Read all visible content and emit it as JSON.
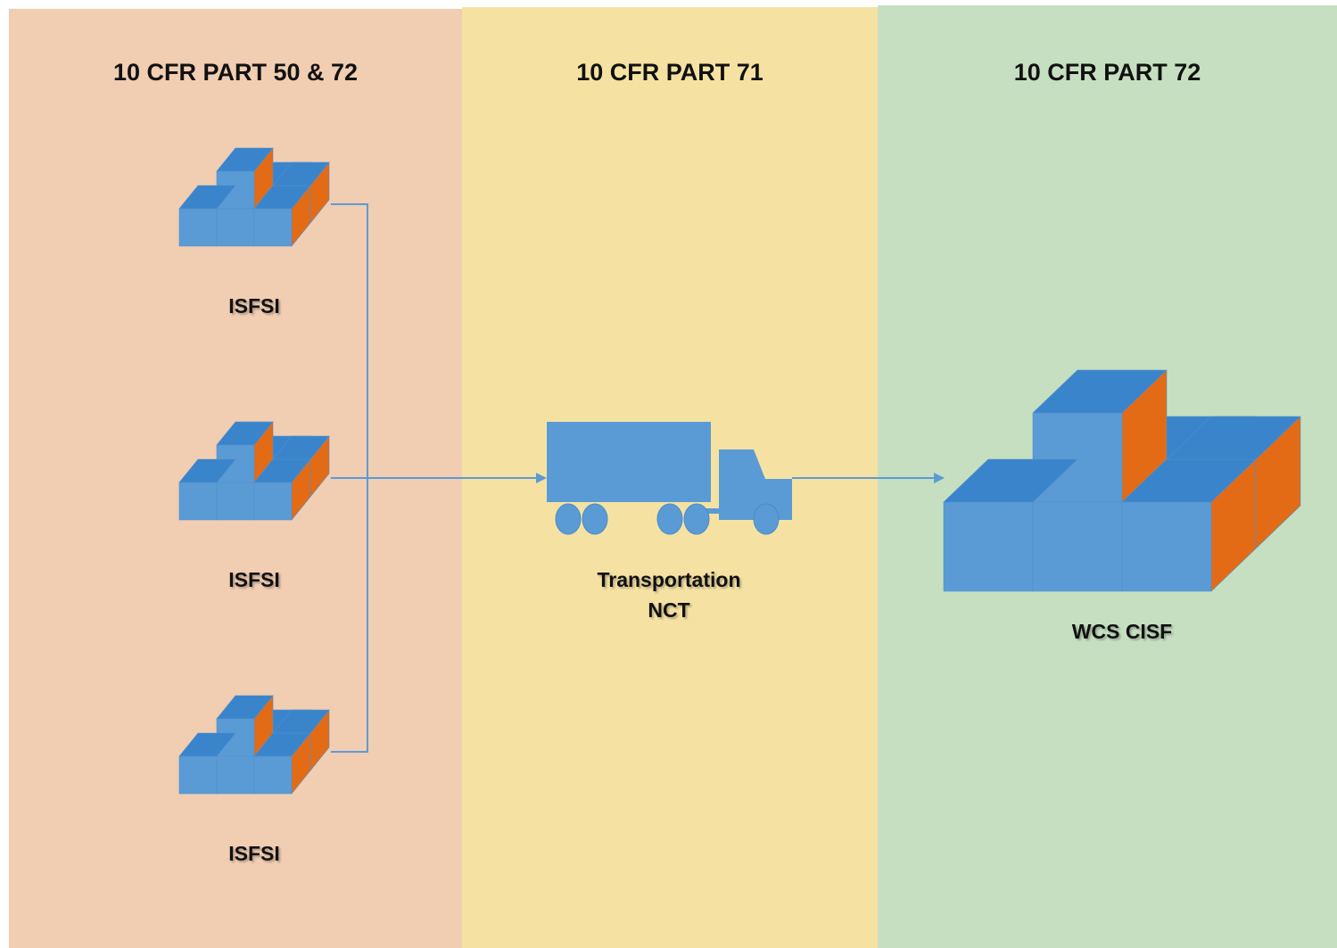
{
  "columns": [
    {
      "heading": "10 CFR PART 50 & 72",
      "color": "#f1cdb2"
    },
    {
      "heading": "10 CFR PART 71",
      "color": "#f5e2a3"
    },
    {
      "heading": "10 CFR PART 72",
      "color": "#c6dfc0"
    }
  ],
  "nodes": {
    "isfsi_1": "ISFSI",
    "isfsi_2": "ISFSI",
    "isfsi_3": "ISFSI",
    "transport_line1": "Transportation",
    "transport_line2": "NCT",
    "cisf": "WCS CISF"
  },
  "colors": {
    "box_front": "#5b9bd5",
    "box_top": "#3a84cc",
    "box_side": "#e36b16",
    "connector": "#5b9bd5"
  },
  "icons": {
    "storage": "stacked-cask-blocks-icon",
    "vehicle": "truck-icon"
  }
}
